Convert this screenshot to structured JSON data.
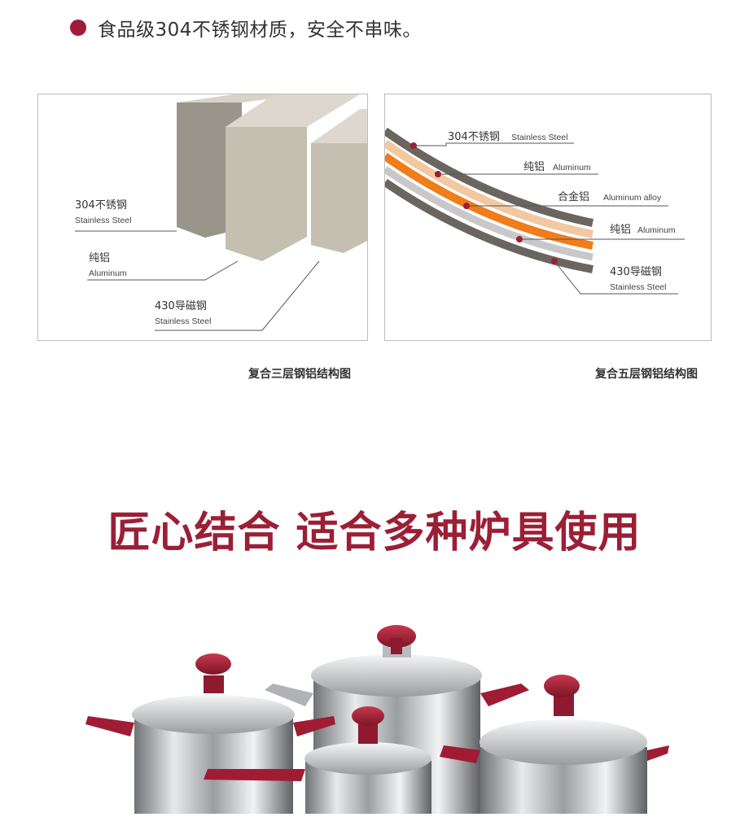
{
  "bullet": {
    "text": "食品级304不锈钢材质，安全不串味。",
    "color": "#9f1c34"
  },
  "panel_three": {
    "caption": "复合三层钢铝结构图",
    "labels": [
      {
        "cn": "304不锈钢",
        "en": "Stainless Steel"
      },
      {
        "cn": "纯铝",
        "en": "Aluminum"
      },
      {
        "cn": "430导磁钢",
        "en": "Stainless Steel"
      }
    ]
  },
  "panel_five": {
    "caption": "复合五层钢铝结构图",
    "labels": [
      {
        "cn": "304不锈钢",
        "en": "Stainless Steel"
      },
      {
        "cn": "纯铝",
        "en": "Aluminum"
      },
      {
        "cn": "合金铝",
        "en": "Aluminum alloy"
      },
      {
        "cn": "纯铝",
        "en": "Aluminum"
      },
      {
        "cn": "430导磁钢",
        "en": "Stainless Steel"
      }
    ]
  },
  "headline": {
    "text": "匠心结合 适合多种炉具使用",
    "color": "#9b1f35"
  },
  "colors": {
    "accent_red": "#9f1c34",
    "steel": "#c9c9c9",
    "orange": "#f07c1a"
  }
}
